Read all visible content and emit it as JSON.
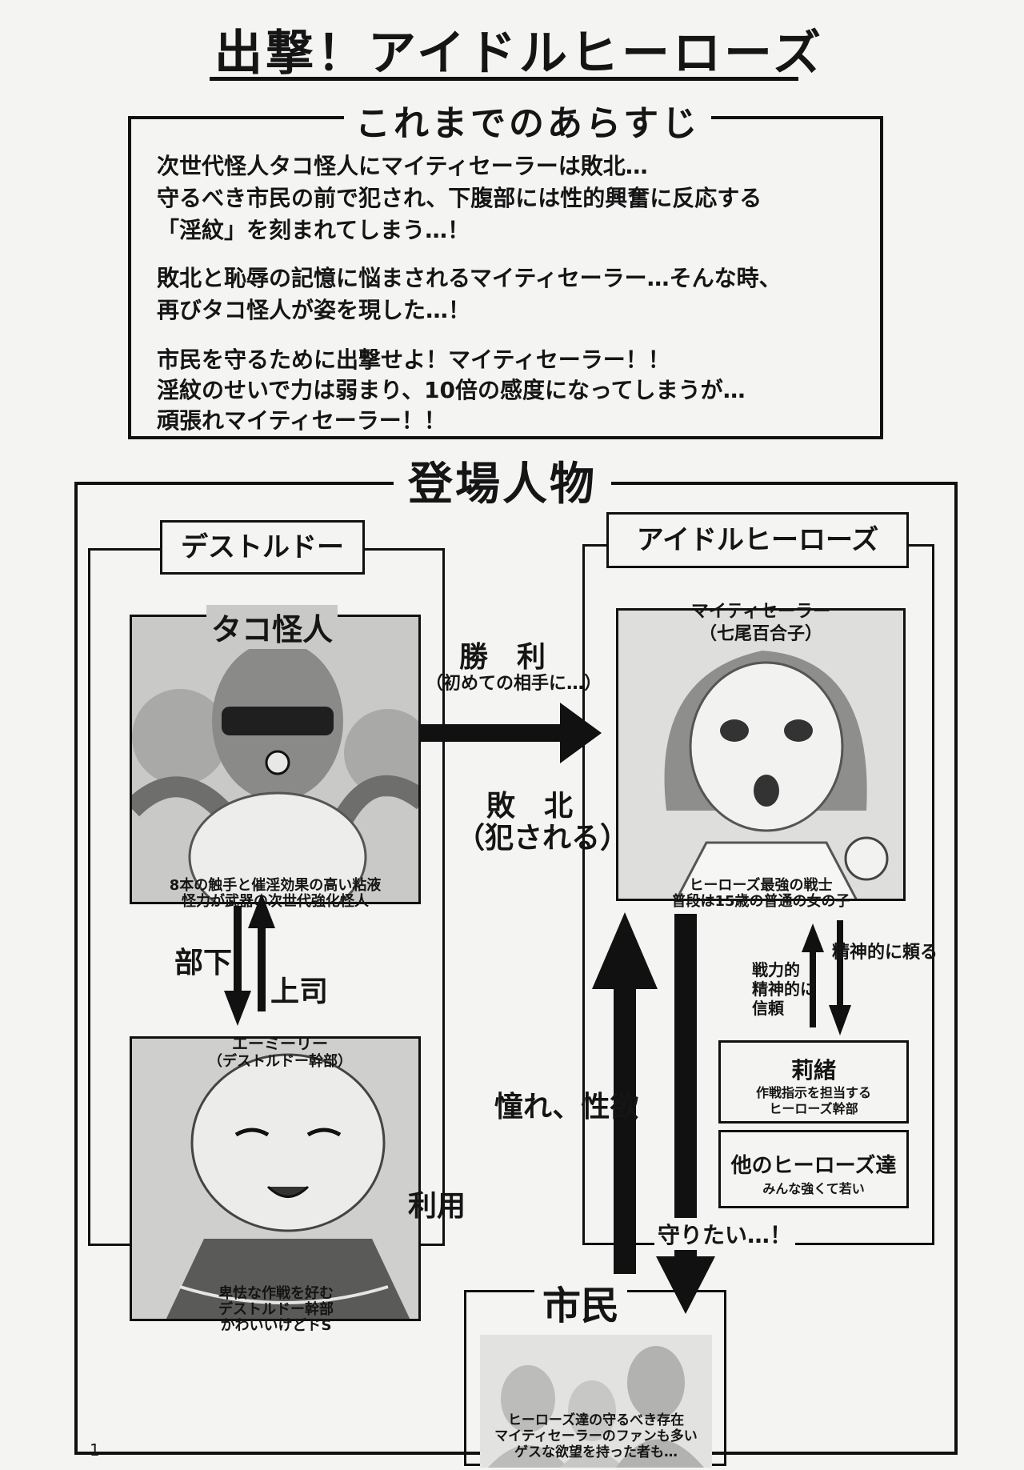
{
  "title": "出撃！アイドルヒーローズ",
  "synopsis": {
    "heading": "これまでのあらすじ",
    "lines": [
      "次世代怪人タコ怪人にマイティセーラーは敗北…",
      "守るべき市民の前で犯され、下腹部には性的興奮に反応する",
      "「淫紋」を刻まれてしまう…！",
      "敗北と恥辱の記憶に悩まされるマイティセーラー…そんな時、",
      "再びタコ怪人が姿を現した…！",
      "市民を守るために出撃せよ！マイティセーラー！！",
      "淫紋のせいで力は弱まり、10倍の感度になってしまうが…",
      "頑張れマイティセーラー！！"
    ]
  },
  "characters": {
    "heading": "登場人物",
    "destoldo": {
      "label": "デストルドー",
      "tako": {
        "name": "タコ怪人",
        "desc1": "8本の触手と催淫効果の高い粘液",
        "desc2": "怪力が武器の次世代強化怪人"
      },
      "emily": {
        "name": "エーミーリー",
        "role": "（デストルドー幹部）",
        "desc1": "卑怯な作戦を好む",
        "desc2": "デストルドー幹部",
        "desc3": "かわいいけどドS"
      }
    },
    "idol": {
      "label": "アイドルヒーローズ",
      "mighty": {
        "name": "マイティセーラー",
        "real_name": "（七尾百合子）",
        "desc1": "ヒーローズ最強の戦士",
        "desc2": "普段は15歳の普通の女の子"
      },
      "rio": {
        "name": "莉緒",
        "desc1": "作戦指示を担当する",
        "desc2": "ヒーローズ幹部"
      },
      "others": {
        "name": "他のヒーローズ達",
        "desc": "みんな強くて若い"
      }
    },
    "citizens": {
      "name": "市民",
      "desc1": "ヒーローズ達の守るべき存在",
      "desc2": "マイティセーラーのファンも多い",
      "desc3": "ゲスな欲望を持った者も…"
    },
    "relations": {
      "win": "勝　利",
      "win_note": "（初めての相手に…）",
      "lose": "敗　北",
      "lose_note": "（犯される）",
      "subordinate": "部下",
      "boss": "上司",
      "admire": "憧れ、性欲",
      "use": "利用",
      "protect": "守りたい…！",
      "rely": "精神的に頼る",
      "trust1": "戦力的",
      "trust2": "精神的に",
      "trust3": "信頼"
    },
    "page_number": "1"
  }
}
